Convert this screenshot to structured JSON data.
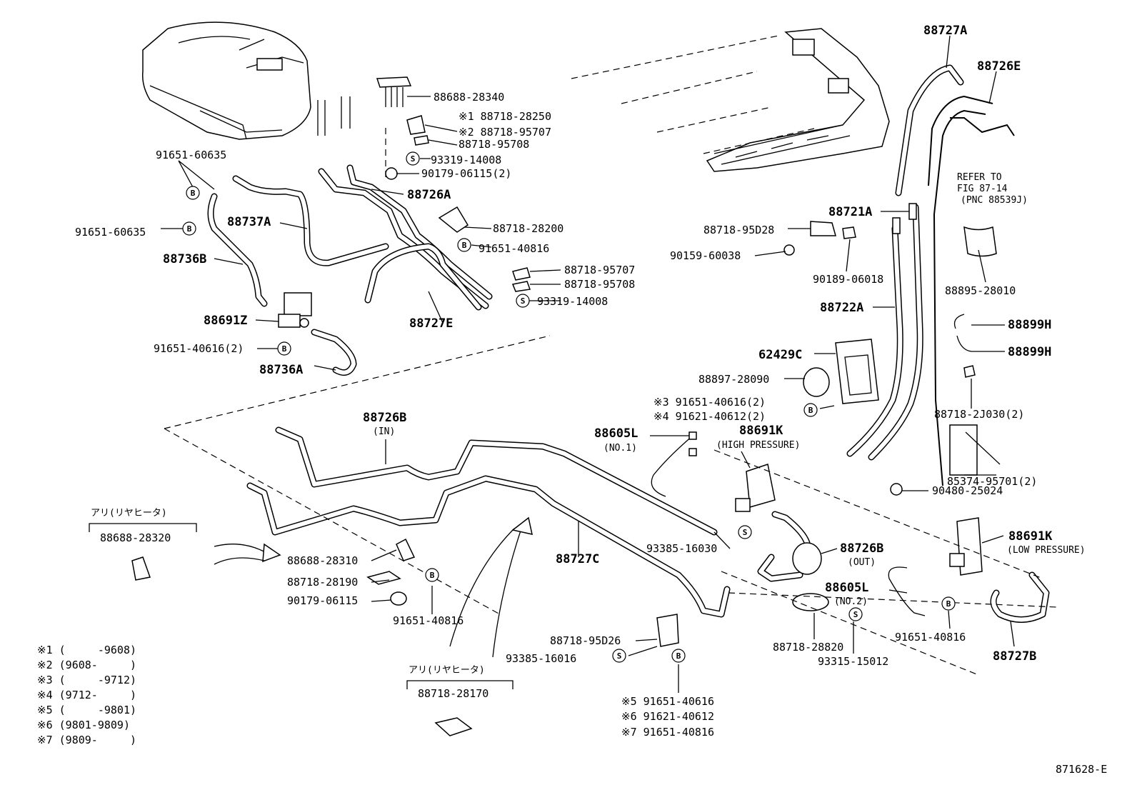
{
  "diagram": {
    "reference_id": "871628-E",
    "labels": {
      "p88727A": "88727A",
      "p88726E": "88726E",
      "p88688_28340": "88688-28340",
      "p88718_28250": "※1 88718-28250",
      "p88718_95707a": "※2 88718-95707",
      "p88718_95708a": "88718-95708",
      "p93319_14008a": "93319-14008",
      "p90179_06115_2": "90179-06115(2)",
      "p91651_60635a": "91651-60635",
      "p91651_60635b": "91651-60635",
      "p88726A": "88726A",
      "p88737A": "88737A",
      "p88718_28200": "88718-28200",
      "p91651_40816a": "91651-40816",
      "p88736B": "88736B",
      "p88718_95707b": "88718-95707",
      "p88718_95708b": "88718-95708",
      "p93319_14008b": "93319-14008",
      "p88691Z": "88691Z",
      "p88727E": "88727E",
      "p91651_40616_2": "91651-40616(2)",
      "p88736A": "88736A",
      "refer_to": "REFER TO",
      "fig_87_14": "FIG 87-14",
      "pnc_88539J": "(PNC 88539J)",
      "p88721A": "88721A",
      "p88718_95D28": "88718-95D28",
      "p90159_60038": "90159-60038",
      "p90189_06018": "90189-06018",
      "p88895_28010": "88895-28010",
      "p88722A": "88722A",
      "p88899H_a": "88899H",
      "p88899H_b": "88899H",
      "p62429C": "62429C",
      "p88897_28090": "88897-28090",
      "p91651_40616_2_s3": "※3 91651-40616(2)",
      "p91621_40612_2_s4": "※4 91621-40612(2)",
      "p88718_2J030_2": "88718-2J030(2)",
      "p88726B_in": "88726B",
      "in_note": "(IN)",
      "p88605L_1": "88605L",
      "no1_note": "(NO.1)",
      "p88691K_hp": "88691K",
      "high_pressure": "(HIGH PRESSURE)",
      "p85374_95701_2": "85374-95701(2)",
      "p90480_25024": "90480-25024",
      "ari_rear_heater_1": "アリ(リヤヒータ)",
      "p88688_28320": "88688-28320",
      "p88688_28310": "88688-28310",
      "p88727C": "88727C",
      "p93385_16030": "93385-16030",
      "p88726B_out": "88726B",
      "out_note": "(OUT)",
      "p88691K_lp": "88691K",
      "low_pressure": "(LOW PRESSURE)",
      "p88718_28190": "88718-28190",
      "p90179_06115": "90179-06115",
      "p91651_40816b": "91651-40816",
      "p88605L_2": "88605L",
      "no2_note": "(NO.2)",
      "p88718_28820": "88718-28820",
      "p93315_15012": "93315-15012",
      "p91651_40816c": "91651-40816",
      "p88727B": "88727B",
      "p88718_95D26": "88718-95D26",
      "p93385_16016": "93385-16016",
      "ari_rear_heater_2": "アリ(リヤヒータ)",
      "p88718_28170": "88718-28170",
      "p91651_40616_s5": "※5 91651-40616",
      "p91621_40612_s6": "※6 91621-40612",
      "p91651_40816_s7": "※7 91651-40816"
    },
    "notes": [
      "※1 (     -9608)",
      "※2 (9608-     )",
      "※3 (     -9712)",
      "※4 (9712-     )",
      "※5 (     -9801)",
      "※6 (9801-9809)",
      "※7 (9809-     )"
    ],
    "symbols": {
      "bolt": "B",
      "screw": "S"
    }
  }
}
